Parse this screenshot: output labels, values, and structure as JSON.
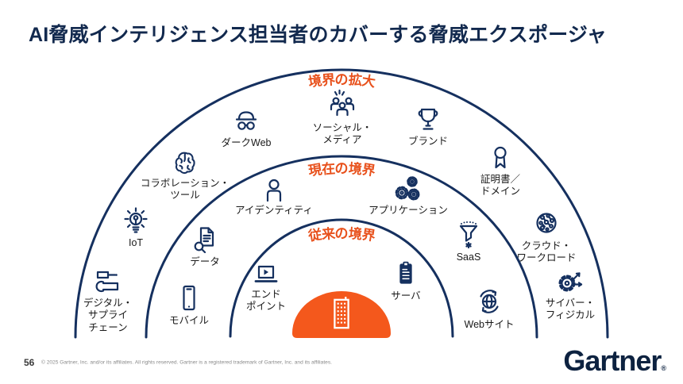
{
  "page": {
    "title": "AI脅威インテリジェンス担当者のカバーする脅威エクスポージャ",
    "page_number": "56",
    "copyright": "© 2025 Gartner, Inc. and/or its affiliates. All rights reserved. Gartner is a registered trademark of Gartner, Inc. and its affiliates.",
    "logo_text": "Gartner",
    "logo_mark": "®"
  },
  "colors": {
    "navy": "#15305F",
    "title_navy": "#12294E",
    "orange_dome": "#F4581C",
    "orange_label": "#E8511C",
    "label_text": "#1a1a1a",
    "copyright_gray": "#8a8a8a"
  },
  "diagram": {
    "rings": [
      {
        "name": "expanding-perimeter",
        "label": "境界の拡大"
      },
      {
        "name": "current-perimeter",
        "label": "現在の境界"
      },
      {
        "name": "traditional-perimeter",
        "label": "従来の境界"
      }
    ],
    "center": {
      "icon": "building"
    },
    "items": [
      {
        "name": "dark-web",
        "label": "ダークWeb"
      },
      {
        "name": "social-media",
        "label": [
          "ソーシャル・",
          "メディア"
        ]
      },
      {
        "name": "brand",
        "label": "ブランド"
      },
      {
        "name": "collaboration-tools",
        "label": [
          "コラボレーション・",
          "ツール"
        ]
      },
      {
        "name": "certificate-domain",
        "label": [
          "証明書／",
          "ドメイン"
        ]
      },
      {
        "name": "iot",
        "label": "IoT"
      },
      {
        "name": "cloud-workload",
        "label": [
          "クラウド・",
          "ワークロード"
        ]
      },
      {
        "name": "digital-supply-chain",
        "label": [
          "デジタル・",
          "サプライ",
          "チェーン"
        ]
      },
      {
        "name": "cyber-physical",
        "label": [
          "サイバー・",
          "フィジカル"
        ]
      },
      {
        "name": "identity",
        "label": "アイデンティティ"
      },
      {
        "name": "application",
        "label": "アプリケーション"
      },
      {
        "name": "data",
        "label": "データ"
      },
      {
        "name": "saas",
        "label": "SaaS"
      },
      {
        "name": "website",
        "label": "Webサイト"
      },
      {
        "name": "mobile",
        "label": "モバイル"
      },
      {
        "name": "endpoint",
        "label": [
          "エンド",
          "ポイント"
        ]
      },
      {
        "name": "server",
        "label": "サーバ"
      }
    ]
  }
}
